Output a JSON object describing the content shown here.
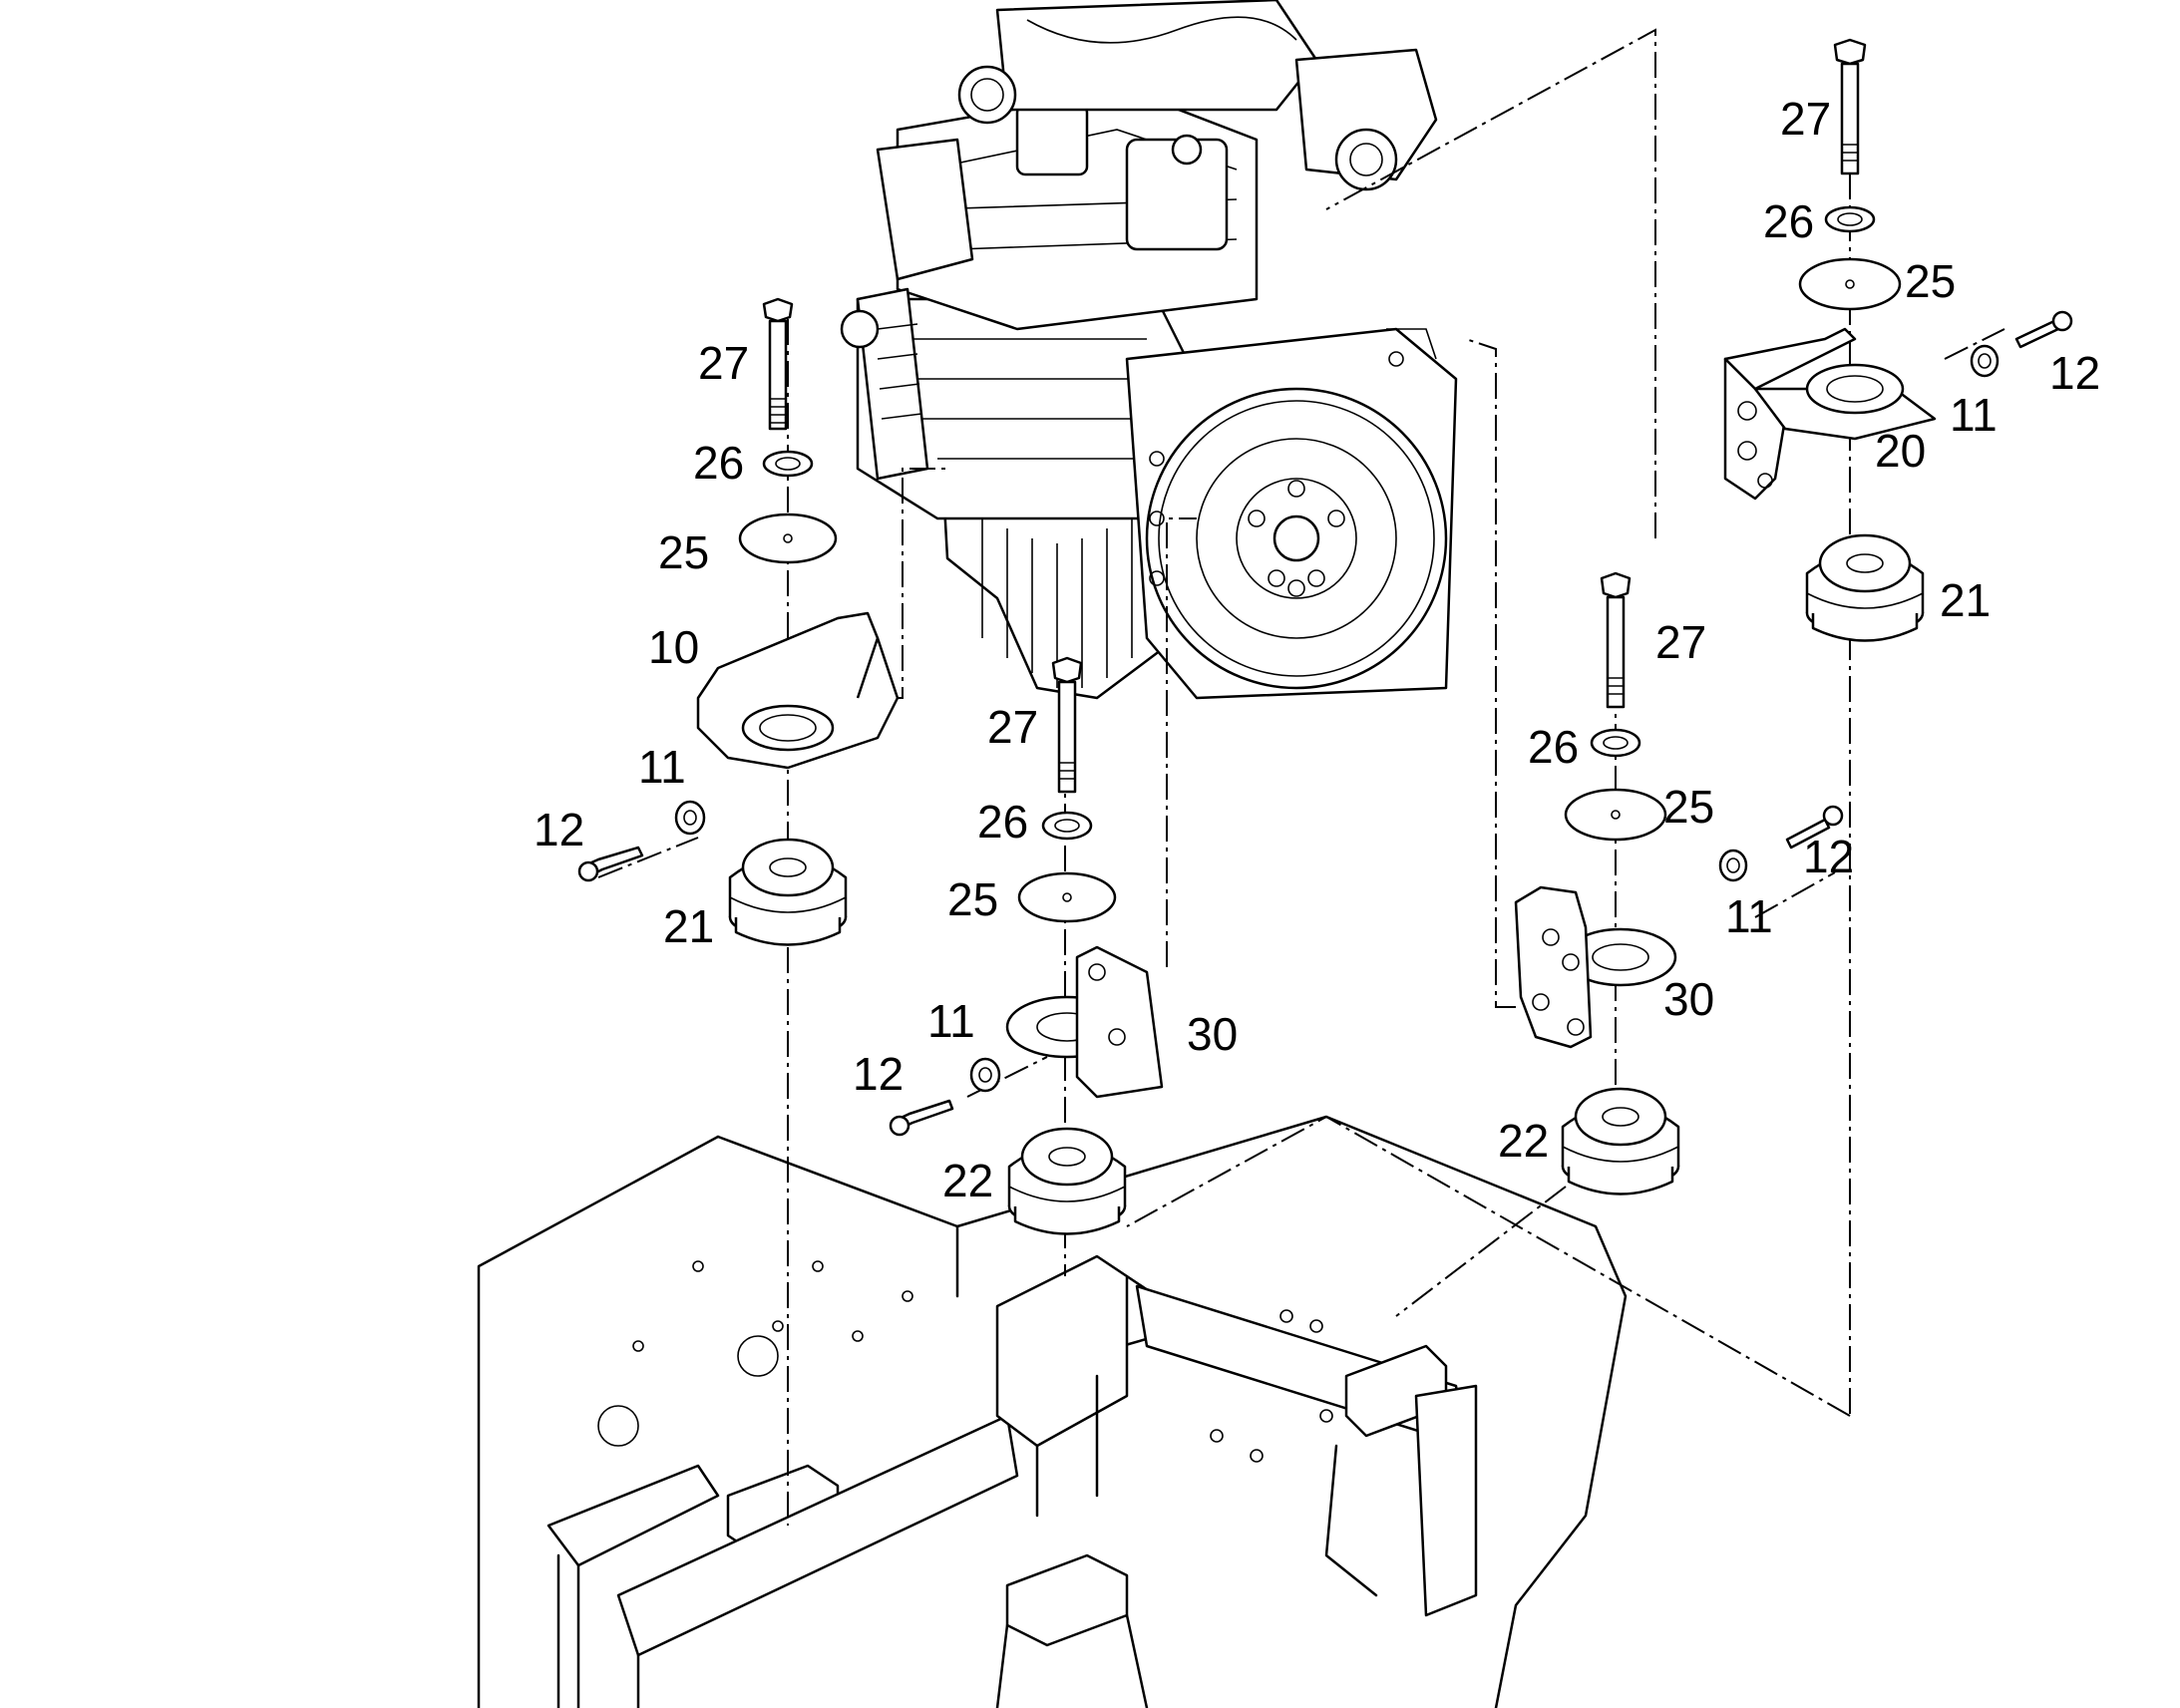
{
  "callouts": {
    "lf_bolt": "27",
    "lf_lockwasher": "26",
    "lf_washer": "25",
    "lf_bracket": "10",
    "lf_side_washer": "11",
    "lf_side_bolt": "12",
    "lf_mount": "21",
    "c_bolt": "27",
    "c_lockwasher": "26",
    "c_washer": "25",
    "c_side_washer": "11",
    "c_side_bolt": "12",
    "c_bracket": "30",
    "c_mount": "22",
    "rf_bolt": "27",
    "rf_lockwasher": "26",
    "rf_washer": "25",
    "rf_side_bolt": "12",
    "rf_side_washer": "11",
    "rf_bracket": "20",
    "rf_mount": "21",
    "rr_bolt": "27",
    "rr_lockwasher": "26",
    "rr_washer": "25",
    "rr_side_bolt": "12",
    "rr_side_washer": "11",
    "rr_bracket": "30",
    "rr_mount": "22"
  }
}
